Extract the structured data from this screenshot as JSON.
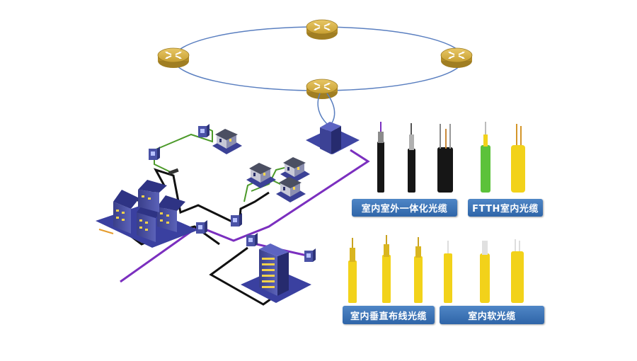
{
  "labels": {
    "outdoor_indoor_cable": "室内室外一体化光缆",
    "ftth_indoor_cable": "FTTH室内光缆",
    "indoor_vertical_cable": "室内垂直布线光缆",
    "indoor_soft_cable": "室内软光缆"
  },
  "colors": {
    "ring_line": "#5a7fc0",
    "router_body": "#c9a53a",
    "purple_fiber": "#7b2fbf",
    "black_fiber": "#111111",
    "green_fiber": "#4c9a2a",
    "label_bg": "#3a72b8",
    "yellow_cable": "#f2d21a",
    "green_cable": "#5cc23a",
    "black_cable": "#161616"
  },
  "icons": [
    "router-icon",
    "olt-cabinet-icon",
    "splitter-box-icon",
    "house-icon",
    "apartment-building-icon",
    "office-tower-icon",
    "fiber-cable-icon"
  ]
}
